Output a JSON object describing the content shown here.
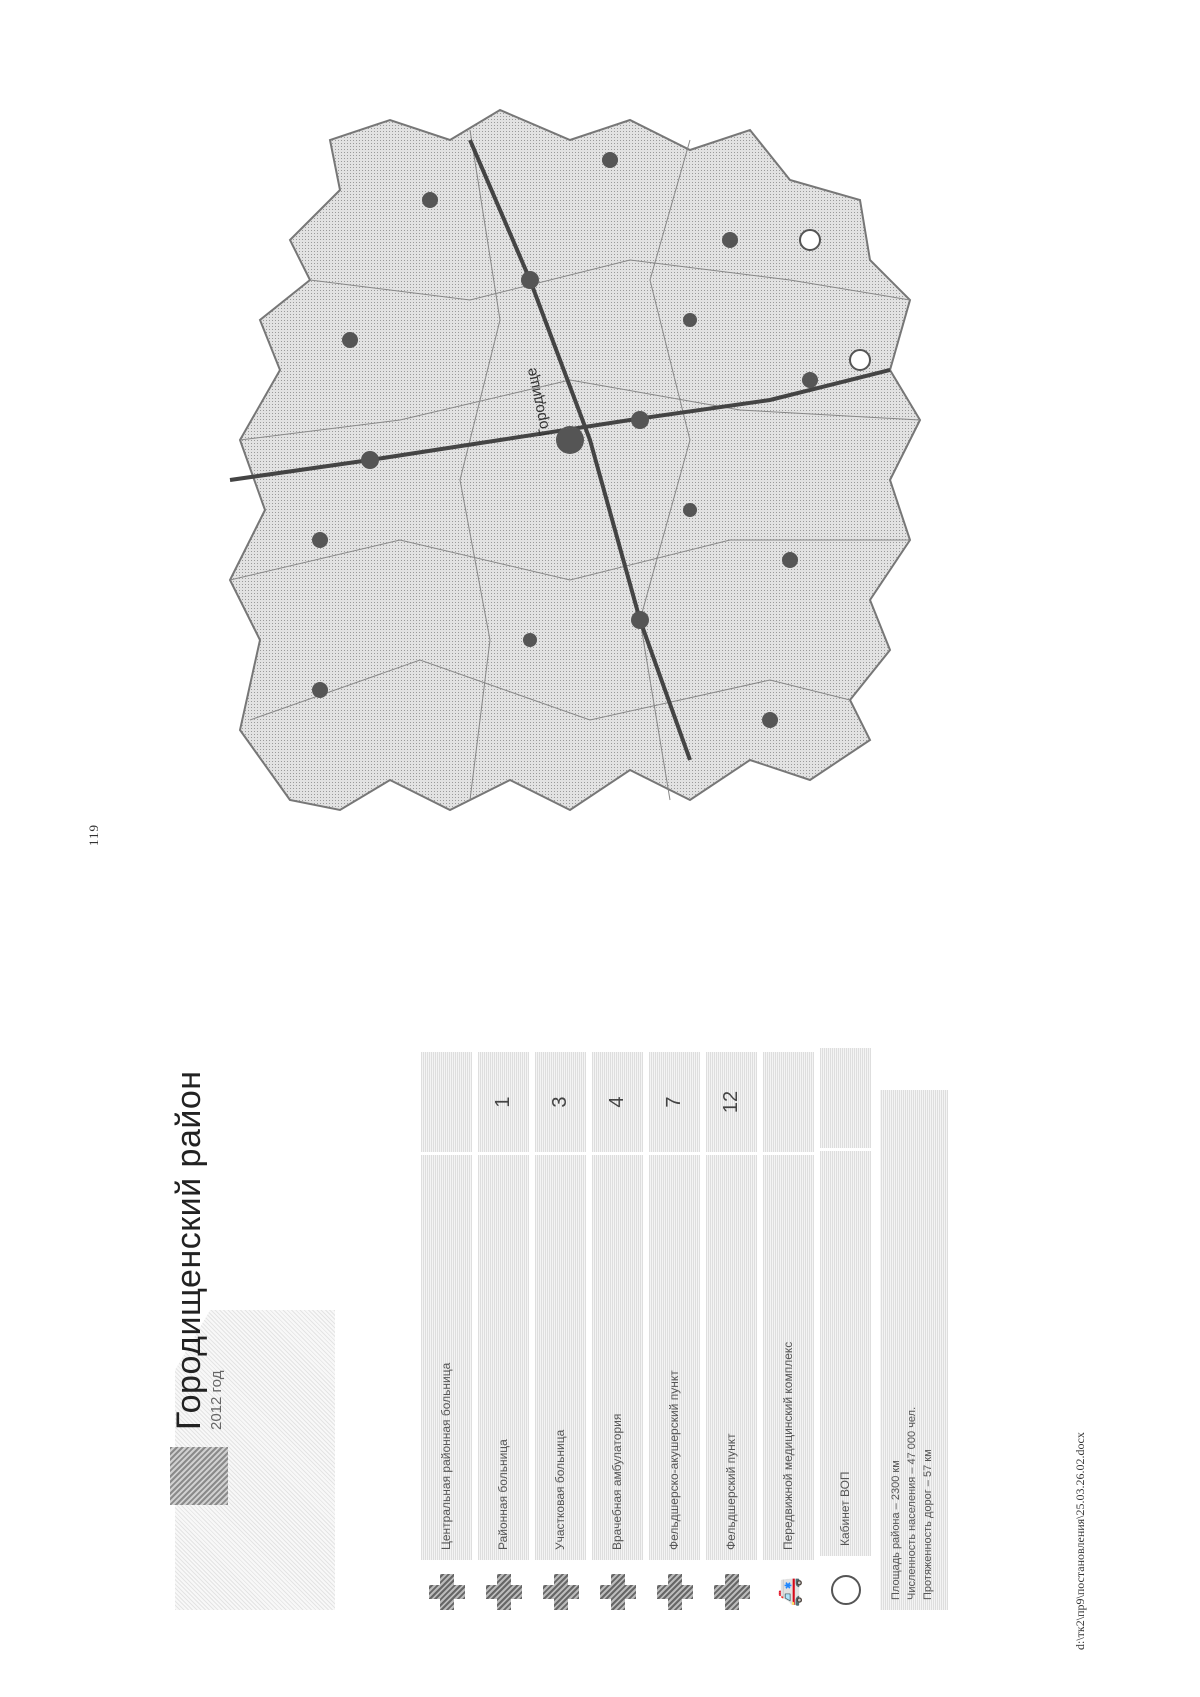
{
  "page": {
    "number": "119",
    "footer_path": "d:\\тк2\\пр9\\постановления\\25.03.26.02.docx"
  },
  "header": {
    "title": "Городищенский район",
    "subtitle": "2012 год"
  },
  "legend": [
    {
      "icon": "cross-icon",
      "label": "Центральная районная больница",
      "count": ""
    },
    {
      "icon": "cross-icon",
      "label": "Районная больница",
      "count": "1"
    },
    {
      "icon": "cross-icon",
      "label": "Участковая больница",
      "count": "3"
    },
    {
      "icon": "cross-icon",
      "label": "Врачебная амбулатория",
      "count": "4"
    },
    {
      "icon": "cross-icon",
      "label": "Фельдшерско-акушерский пункт",
      "count": "7"
    },
    {
      "icon": "cross-icon",
      "label": "Фельдшерский пункт",
      "count": "12"
    },
    {
      "icon": "car-icon",
      "label": "Передвижной медицинский комплекс",
      "count": ""
    },
    {
      "icon": "ring-icon",
      "label": "Кабинет ВОП",
      "count": ""
    }
  ],
  "stats": [
    "Площадь района – 2300 км",
    "Численность населения – 47 000 чел.",
    "Протяженность дорог – 57 км"
  ],
  "map": {
    "center_label": "Городище",
    "colors": {
      "region_fill": "#d6d6d6",
      "region_stroke": "#777777",
      "road": "#444444",
      "facility": "#555555"
    }
  }
}
